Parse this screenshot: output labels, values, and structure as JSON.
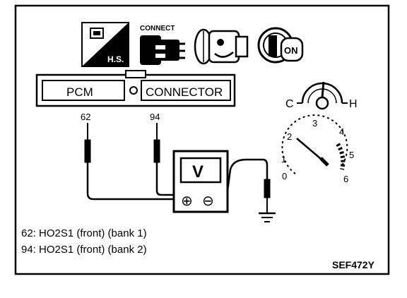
{
  "icons": {
    "hot_soak_icon": "H.S.",
    "connect_icon": "CONNECT",
    "engine_running_icon": "engine-running-icon",
    "ignition_on_icon": "ON"
  },
  "pcm_connector": {
    "pcm_label": "PCM",
    "connector_label": "CONNECTOR"
  },
  "temperature_gauge": {
    "cold_label": "C",
    "hot_label": "H"
  },
  "tachometer": {
    "scale": [
      "0",
      "1",
      "2",
      "3",
      "4",
      "5",
      "6"
    ]
  },
  "terminals": {
    "terminal_a": "62",
    "terminal_b": "94"
  },
  "voltmeter": {
    "display": "V",
    "plus": "⊕",
    "minus": "⊖"
  },
  "legend": {
    "line1": "62: HO2S1 (front) (bank 1)",
    "line2": "94: HO2S1 (front) (bank 2)"
  },
  "figure_code": "SEF472Y"
}
